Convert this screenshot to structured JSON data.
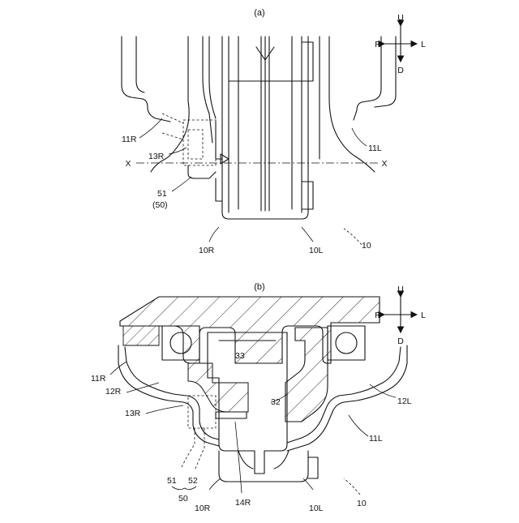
{
  "figure_a": {
    "caption": "(a)",
    "compass": {
      "up": "U",
      "down": "D",
      "right_side": "R",
      "left_side": "L"
    },
    "axis": {
      "left": "X",
      "right": "X"
    },
    "labels": {
      "11R": "11R",
      "11L": "11L",
      "13R": "13R",
      "51": "51",
      "50": "(50)",
      "10R": "10R",
      "10L": "10L",
      "10": "10"
    }
  },
  "figure_b": {
    "caption": "(b)",
    "compass": {
      "up": "U",
      "down": "D",
      "right_side": "R",
      "left_side": "L"
    },
    "labels": {
      "11R": "11R",
      "12R": "12R",
      "13R": "13R",
      "33": "33",
      "32": "32",
      "12L": "12L",
      "11L": "11L",
      "51": "51",
      "52": "52",
      "50": "50",
      "10R": "10R",
      "14R": "14R",
      "10L": "10L",
      "10": "10"
    }
  }
}
